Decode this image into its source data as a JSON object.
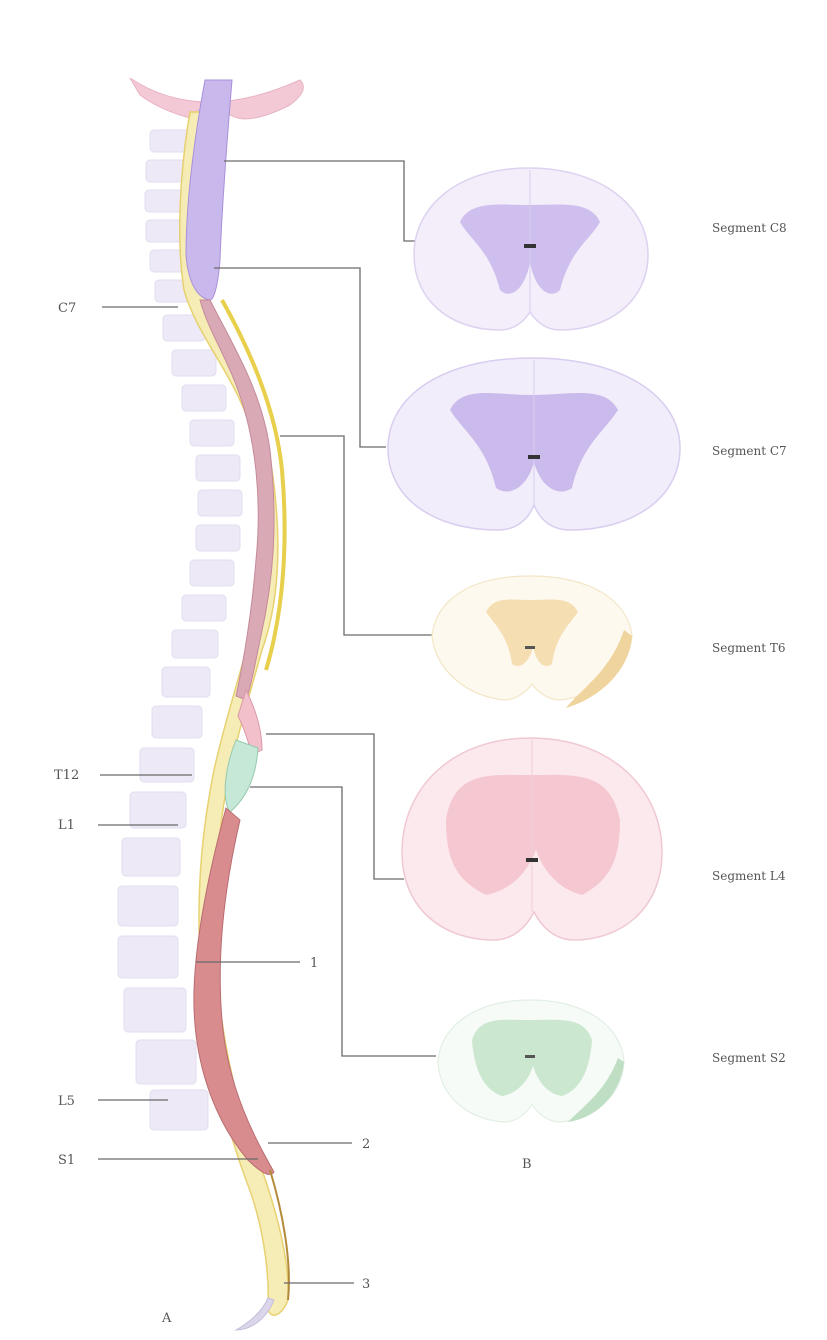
{
  "panel_labels": {
    "a": "A",
    "b": "B"
  },
  "vertebra_labels": {
    "c7": "C7",
    "t12": "T12",
    "l1": "L1",
    "l5": "L5",
    "s1": "S1"
  },
  "number_labels": {
    "n1": "1",
    "n2": "2",
    "n3": "3"
  },
  "segments": [
    {
      "label": "Segment C8",
      "color": "#c8b8ec"
    },
    {
      "label": "Segment C7",
      "color": "#c8b8ec"
    },
    {
      "label": "Segment T6",
      "color": "#f3dcae"
    },
    {
      "label": "Segment L4",
      "color": "#f2bcc8"
    },
    {
      "label": "Segment S2",
      "color": "#c8e6cc"
    }
  ],
  "colors": {
    "cervical": "#c6b6ea",
    "thoracic": "#f0d9a8",
    "lumbar": "#f2bfca",
    "sacral": "#cfe9d2",
    "dura_yellow": "#f3e58a",
    "cauda": "#d98a8a",
    "vertebrae": "#e6e1f2"
  }
}
